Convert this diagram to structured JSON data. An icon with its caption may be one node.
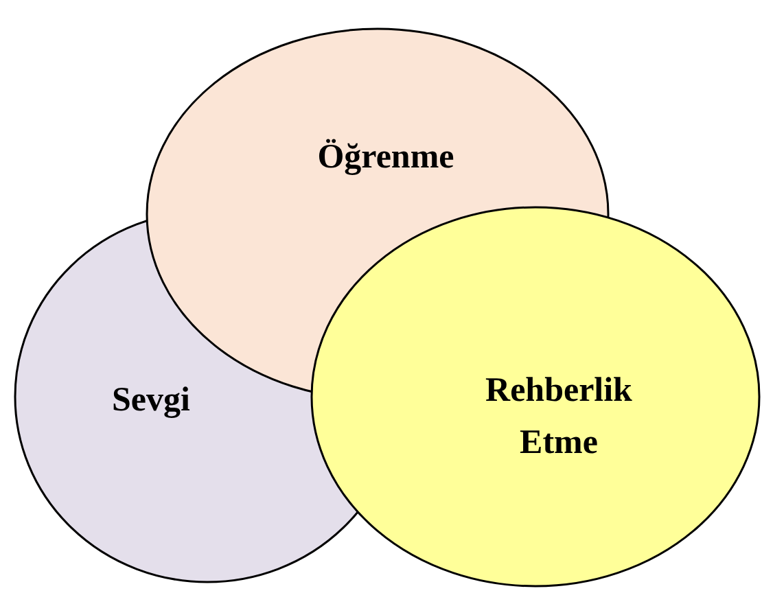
{
  "diagram": {
    "nodes": [
      {
        "text": [
          "Öğrenme"
        ]
      },
      {
        "text": [
          "Sevgi"
        ]
      },
      {
        "text": [
          "Rehberlik Etme"
        ]
      }
    ],
    "edges": []
  }
}
